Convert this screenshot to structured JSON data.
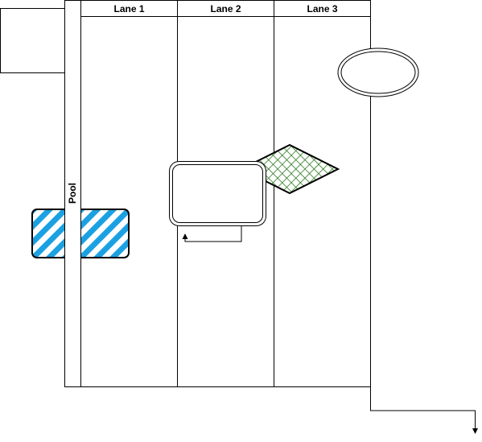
{
  "pool": {
    "label": "Pool"
  },
  "lanes": [
    {
      "label": "Lane 1"
    },
    {
      "label": "Lane 2"
    },
    {
      "label": "Lane 3"
    }
  ],
  "colors": {
    "stroke": "#000000",
    "background": "#ffffff",
    "hatch_blue": "#1ba1e2",
    "crosshatch_green": "#2d7a1f"
  }
}
